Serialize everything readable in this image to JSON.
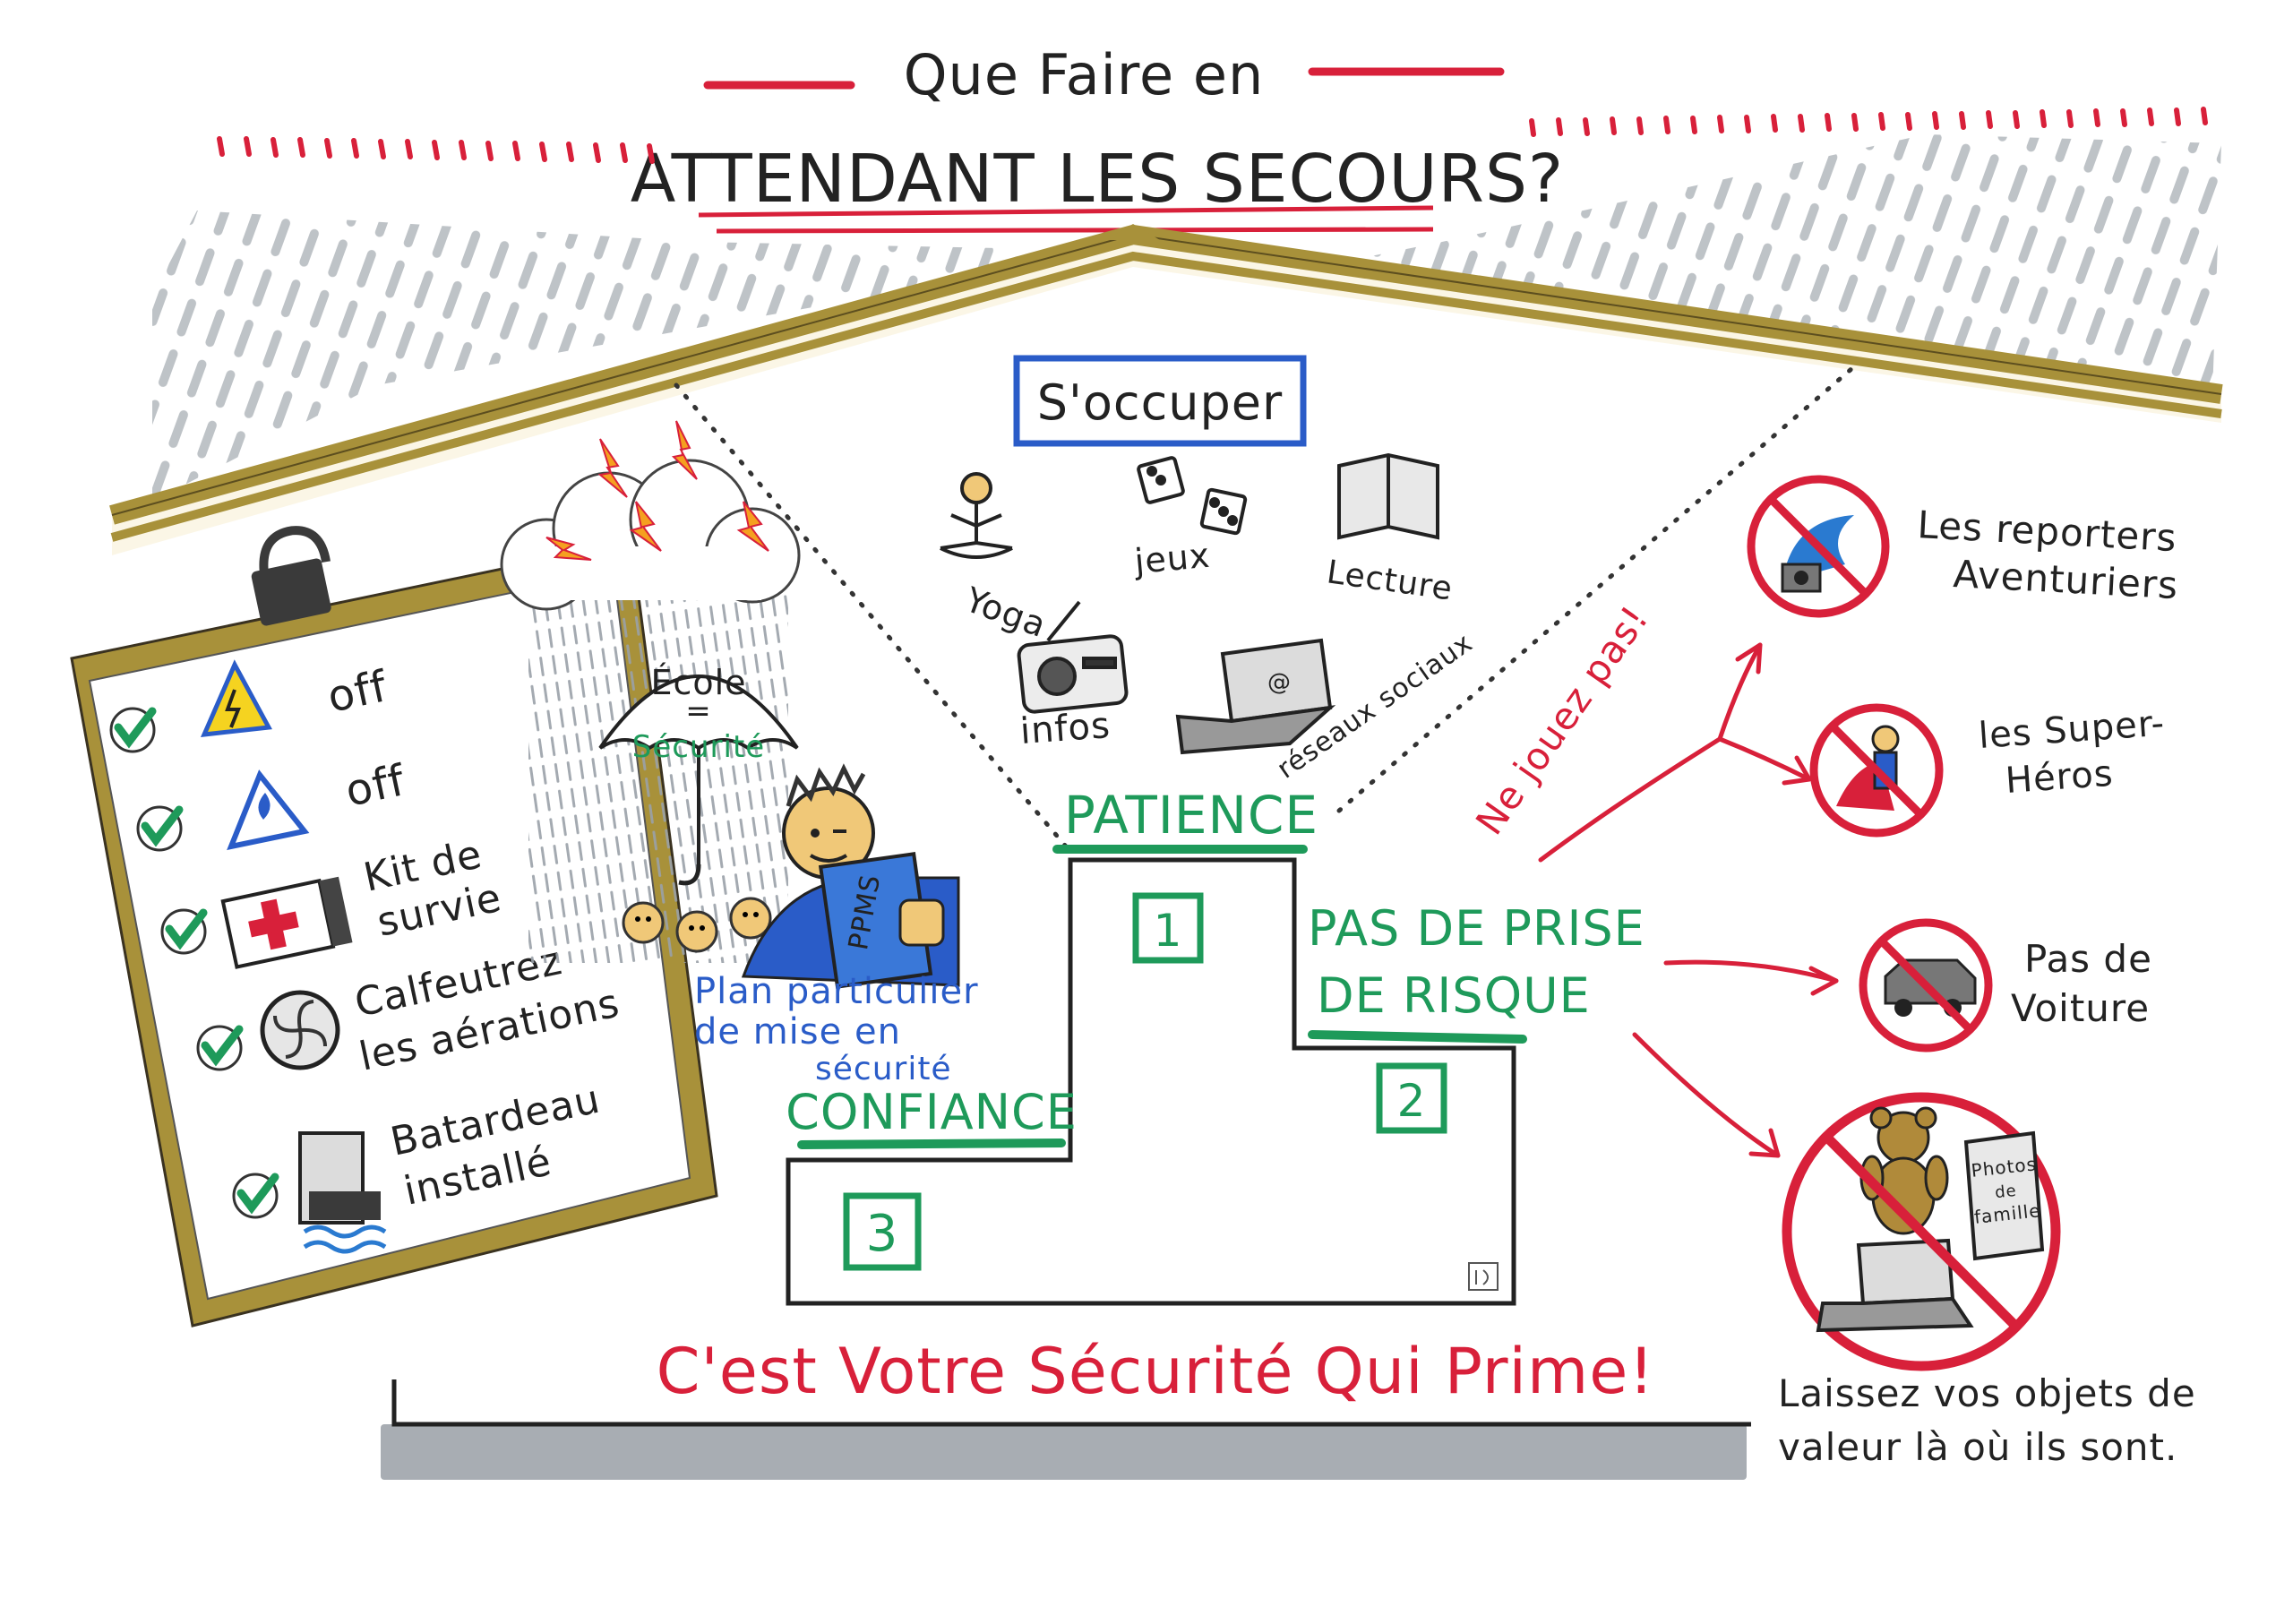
{
  "title": {
    "line1": "Que Faire en",
    "line2": "ATTENDANT LES SECOURS?"
  },
  "checklist": {
    "items": [
      {
        "label": "off",
        "icon": "electricity-hazard-icon"
      },
      {
        "label": "off",
        "icon": "gas-hazard-icon"
      },
      {
        "label_line1": "Kit de",
        "label_line2": "survie",
        "icon": "first-aid-kit-icon"
      },
      {
        "label_line1": "Calfeutrez",
        "label_line2": "les aérations",
        "icon": "ventilation-fan-icon"
      },
      {
        "label_line1": "Batardeau",
        "label_line2": "installé",
        "icon": "flood-barrier-icon"
      }
    ],
    "check_color": "#1e9a5a"
  },
  "school": {
    "umbrella_line1": "École",
    "umbrella_eq": "=",
    "umbrella_line2": "Sécurité",
    "ppms_label": "PPMS",
    "ppms_caption_line1": "Plan particulier",
    "ppms_caption_line2": "de mise en",
    "ppms_caption_line3": "sécurité"
  },
  "occupy": {
    "heading": "S'occuper",
    "activities": [
      {
        "label": "Yoga",
        "icon": "yoga-person-icon"
      },
      {
        "label": "jeux",
        "icon": "dice-icon"
      },
      {
        "label": "Lecture",
        "icon": "book-icon"
      },
      {
        "label": "infos",
        "icon": "radio-icon"
      },
      {
        "label": "réseaux sociaux",
        "icon": "laptop-icon"
      }
    ]
  },
  "podium": {
    "first": {
      "label": "PATIENCE",
      "rank": "1"
    },
    "second": {
      "label_line1": "PAS DE PRISE",
      "label_line2": "DE RISQUE",
      "rank": "2"
    },
    "third": {
      "label": "CONFIANCE",
      "rank": "3"
    }
  },
  "dont_play": {
    "heading": "Ne jouez pas!",
    "items": [
      {
        "label_line1": "Les reporters",
        "label_line2": "Aventuriers",
        "icon": "reporter-wave-forbidden-icon"
      },
      {
        "label_line1": "les Super-",
        "label_line2": "Héros",
        "icon": "superhero-forbidden-icon"
      }
    ]
  },
  "no_car": {
    "label_line1": "Pas de",
    "label_line2": "Voiture",
    "icon": "car-forbidden-icon"
  },
  "valuables": {
    "book_line1": "Photos",
    "book_line2": "de",
    "book_line3": "famille",
    "caption_line1": "Laissez vos objets de",
    "caption_line2": "valeur là où ils sont."
  },
  "footer": {
    "slogan": "C'est Votre Sécurité Qui Prime!"
  },
  "colors": {
    "red": "#d8203a",
    "green": "#1e9a5a",
    "blue": "#2a5cc8",
    "gold": "#a8913a",
    "rain_grey": "#a8adb3",
    "ink": "#222222"
  }
}
